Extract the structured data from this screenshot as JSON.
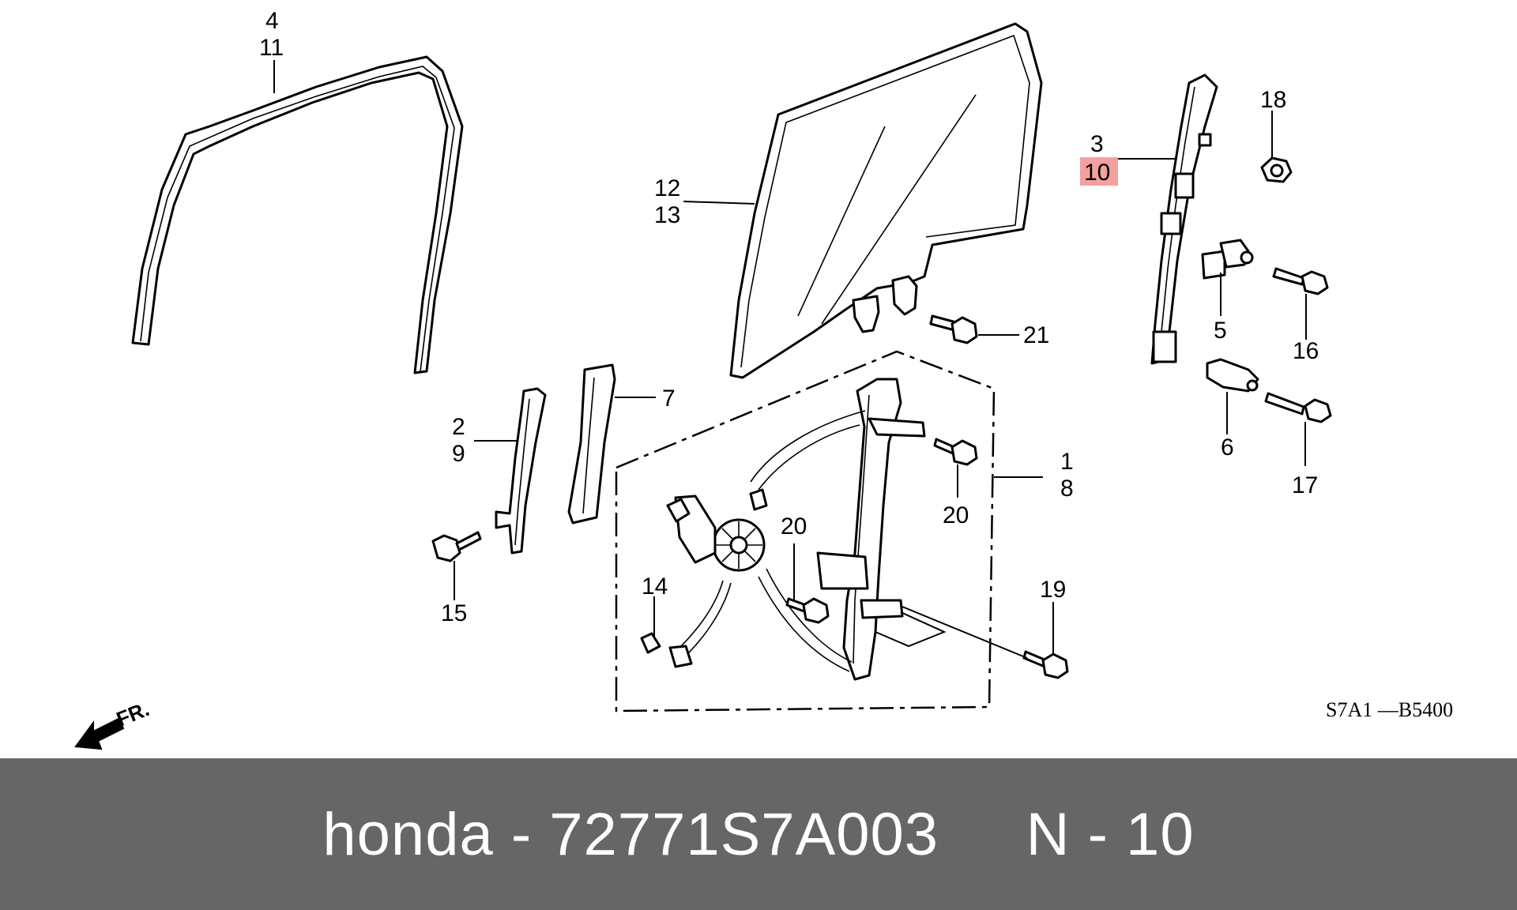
{
  "diagram": {
    "labels": {
      "l4": "4",
      "l11": "11",
      "l12": "12",
      "l13": "13",
      "l3": "3",
      "l10": "10",
      "l18": "18",
      "l5": "5",
      "l16": "16",
      "l6": "6",
      "l17": "17",
      "l21": "21",
      "l2": "2",
      "l9": "9",
      "l7": "7",
      "l1": "1",
      "l8": "8",
      "l20a": "20",
      "l20b": "20",
      "l14": "14",
      "l19": "19",
      "l15": "15"
    },
    "direction_label": "FR.",
    "diagram_code": "S7A1 —B5400",
    "highlight_color": "#f4a0a0"
  },
  "footer": {
    "text": "honda - 72771S7A003     N - 10",
    "background": "#666666"
  }
}
